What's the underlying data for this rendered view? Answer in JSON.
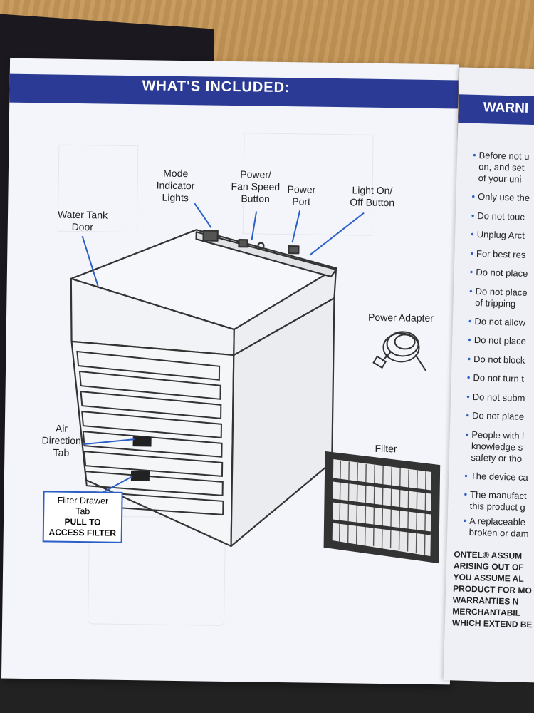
{
  "left_page": {
    "header": "WHAT'S INCLUDED:",
    "labels": {
      "mode_indicator": "Mode\nIndicator\nLights",
      "power_fan_speed": "Power/\nFan Speed\nButton",
      "power_port": "Power\nPort",
      "light_on_off": "Light On/\nOff Button",
      "water_tank_door": "Water Tank\nDoor",
      "power_adapter": "Power Adapter",
      "air_direction_tab": "Air\nDirection\nTab",
      "filter": "Filter",
      "filter_drawer_tab": "Filter Drawer\nTab",
      "pull_to_access": "PULL TO\nACCESS FILTER"
    }
  },
  "right_page": {
    "header": "WARNI",
    "items": [
      "Before not u\non, and set\nof your uni",
      "Only use the",
      "Do not touc",
      "Unplug Arct",
      "For best res",
      "Do not place",
      "Do not place\nof tripping",
      "Do not allow",
      "Do not place",
      "Do not block",
      "Do not turn t",
      "Do not subm",
      "Do not place",
      "People with l\nknowledge s\nsafety or tho",
      "The device ca",
      "The manufact\nthis product g",
      "A replaceable\nbroken or dam"
    ],
    "disclaimer": [
      "ONTEL® ASSUM",
      "ARISING OUT OF",
      "YOU ASSUME AL",
      "PRODUCT FOR MO",
      "WARRANTIES N",
      "MERCHANTABIL",
      "WHICH EXTEND BE"
    ]
  },
  "colors": {
    "band": "#2b3a94",
    "callout_line": "#2b5fc8",
    "paper": "#f3f5fa"
  }
}
